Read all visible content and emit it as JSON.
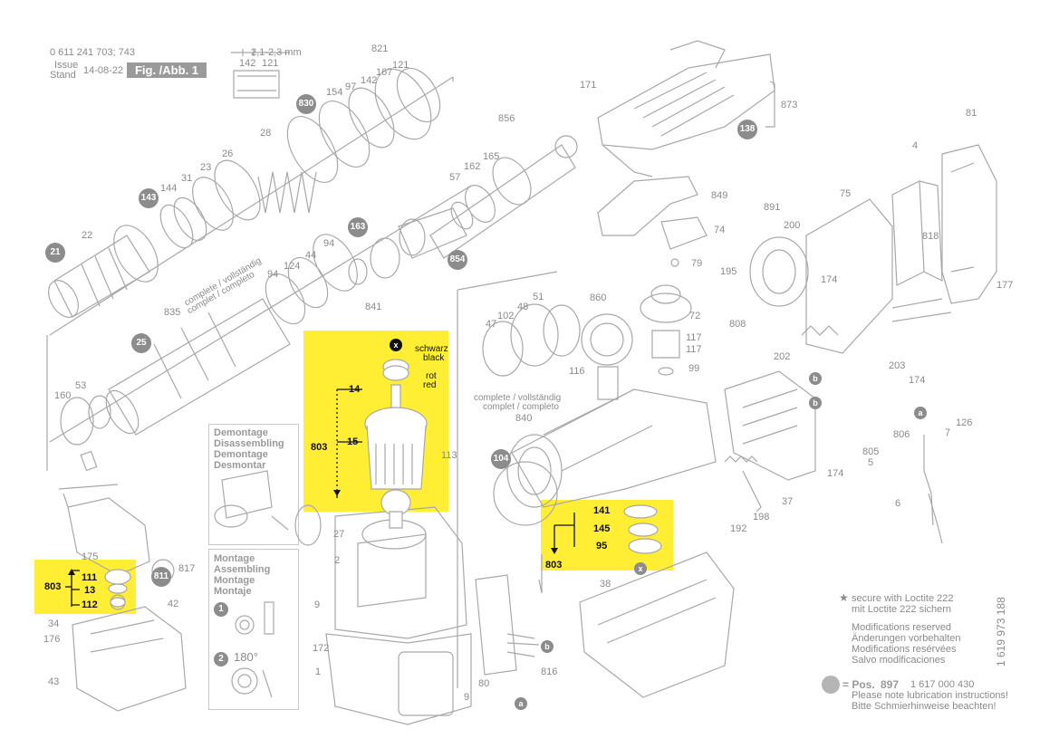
{
  "header": {
    "drawing_no": "0 611 241 703; 743",
    "issue_label": "Issue",
    "stand_label": "Stand",
    "issue_date": "14-08-22",
    "figure": "Fig. /Abb. 1",
    "dimension": "2,1-2,3 mm"
  },
  "parts": {
    "p821": "821",
    "p142a": "142",
    "p121a": "121",
    "p167": "167",
    "p121b": "121",
    "p142b": "142",
    "p154": "154",
    "p97": "97",
    "p830": "830",
    "p28": "28",
    "p26": "26",
    "p23": "23",
    "p31": "31",
    "p144": "144",
    "p143": "143",
    "p22": "22",
    "p21": "21",
    "p856": "856",
    "p165": "165",
    "p162": "162",
    "p57": "57",
    "p163": "163",
    "p94a": "94",
    "p44": "44",
    "p124": "124",
    "p94b": "94",
    "p854": "854",
    "p841": "841",
    "p835": "835",
    "p25": "25",
    "p53": "53",
    "p160": "160",
    "p171": "171",
    "p873": "873",
    "p138": "138",
    "p849": "849",
    "p74": "74",
    "p79": "79",
    "p81": "81",
    "p4": "4",
    "p891": "891",
    "p200": "200",
    "p75": "75",
    "p818": "818",
    "p195": "195",
    "p174a": "174",
    "p177": "177",
    "p808": "808",
    "p202": "202",
    "p203": "203",
    "p174b": "174",
    "p174c": "174",
    "p860": "860",
    "p72": "72",
    "p117a": "117",
    "p117b": "117",
    "p99": "99",
    "p116": "116",
    "p51": "51",
    "p48": "48",
    "p102": "102",
    "p47": "47",
    "p840": "840",
    "p104": "104",
    "p806": "806",
    "p7": "7",
    "p126": "126",
    "p805": "805",
    "p5": "5",
    "p6": "6",
    "p37": "37",
    "p198": "198",
    "p192": "192",
    "p38": "38",
    "p113": "113",
    "p27": "27",
    "p2": "2",
    "p9a": "9",
    "p172": "172",
    "p1": "1",
    "p80": "80",
    "p816": "816",
    "p9b": "9",
    "p175": "175",
    "p817": "817",
    "p811": "811",
    "p42": "42",
    "p34": "34",
    "p176": "176",
    "p43": "43",
    "label_a1": "a",
    "label_a2": "a",
    "label_b1": "b",
    "label_b2": "b",
    "label_b3": "b",
    "label_x": "x"
  },
  "complete_labels": {
    "top": "complete / vollständig",
    "top2": "complet / completo",
    "mid": "complete / vollständig",
    "mid2": "complet / completo"
  },
  "armature_callout": {
    "x_mark": "x",
    "bearing_top_de": "schwarz",
    "bearing_top_en": "black",
    "bearing_bottom_de": "rot",
    "bearing_bottom_en": "red",
    "p14": "14",
    "p15": "15",
    "p803": "803"
  },
  "gear_callout": {
    "p141": "141",
    "p145": "145",
    "p95": "95",
    "p803": "803"
  },
  "left_callout": {
    "p111": "111",
    "p13": "13",
    "p112": "112",
    "p803": "803"
  },
  "demontage_box": {
    "lines": [
      "Demontage",
      "Disassembling",
      "Demontage",
      "Desmontar"
    ]
  },
  "montage_box": {
    "lines": [
      "Montage",
      "Assembling",
      "Montage",
      "Montaje"
    ],
    "step1": "1",
    "step2": "2",
    "angle": "180°"
  },
  "notes": {
    "loctite_symbol": "★",
    "loctite_en": "secure with Loctite 222",
    "loctite_de": "mit Loctite 222 sichern",
    "mod_en": "Modifications reserved",
    "mod_de": "Änderungen vorbehalten",
    "mod_fr": "Modifications resérvées",
    "mod_es": "Salvo modificaciones",
    "pos_prefix": "= Pos.",
    "pos_num": "897",
    "pos_part": "1 617 000 430",
    "lub_en": "Please note lubrication instructions!",
    "lub_de": "Bitte Schmierhinweise beachten!",
    "doc_number": "1 619 973 188"
  },
  "colors": {
    "highlight": "#ffee33",
    "line": "#9a9a9a",
    "badge": "#8c8c8c"
  }
}
